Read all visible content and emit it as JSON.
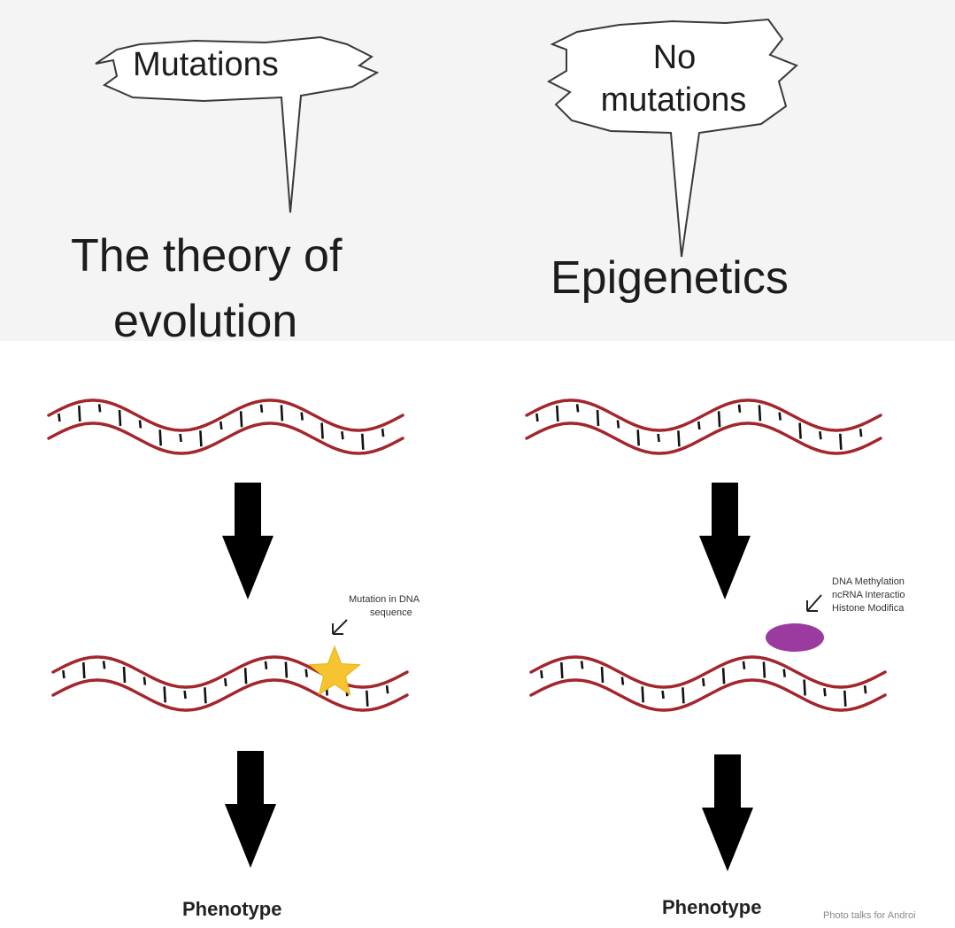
{
  "left": {
    "bubble": "Mutations",
    "heading_line1": "The theory of",
    "heading_line2": "evolution",
    "annotation_line1": "Mutation in DNA",
    "annotation_line2": "sequence",
    "result": "Phenotype"
  },
  "right": {
    "bubble_line1": "No",
    "bubble_line2": "mutations",
    "heading": "Epigenetics",
    "annotation_line1": "DNA Methylation",
    "annotation_line2": "ncRNA Interactio",
    "annotation_line3": "Histone Modifica",
    "result": "Phenotype"
  },
  "watermark": "Photo talks for Androi",
  "colors": {
    "strand": "#a3262c",
    "mutation_star": "#f6c431",
    "epigenetic_mark": "#9b3a9f",
    "arrow": "#000000"
  }
}
